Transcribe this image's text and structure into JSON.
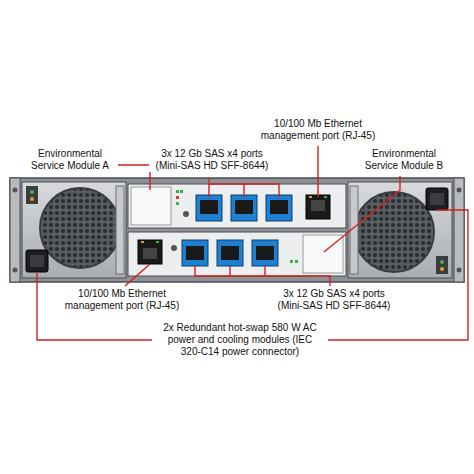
{
  "diagram": {
    "labels": [
      "10/100 Mb Ethernet management port (RJ-45)",
      "Environmental Service Module A",
      "3x 12 Gb SAS x4 ports (Mini-SAS HD SFF-8644)",
      "Environmental Service Module B",
      "10/100 Mb Ethernet management port (RJ-45)",
      "3x 12 Gb SAS x4 ports (Mini-SAS HD SFF-8644)",
      "2x Redundant hot-swap 580 W AC power and cooling modules (IEC 320-C14 power connector)"
    ]
  }
}
